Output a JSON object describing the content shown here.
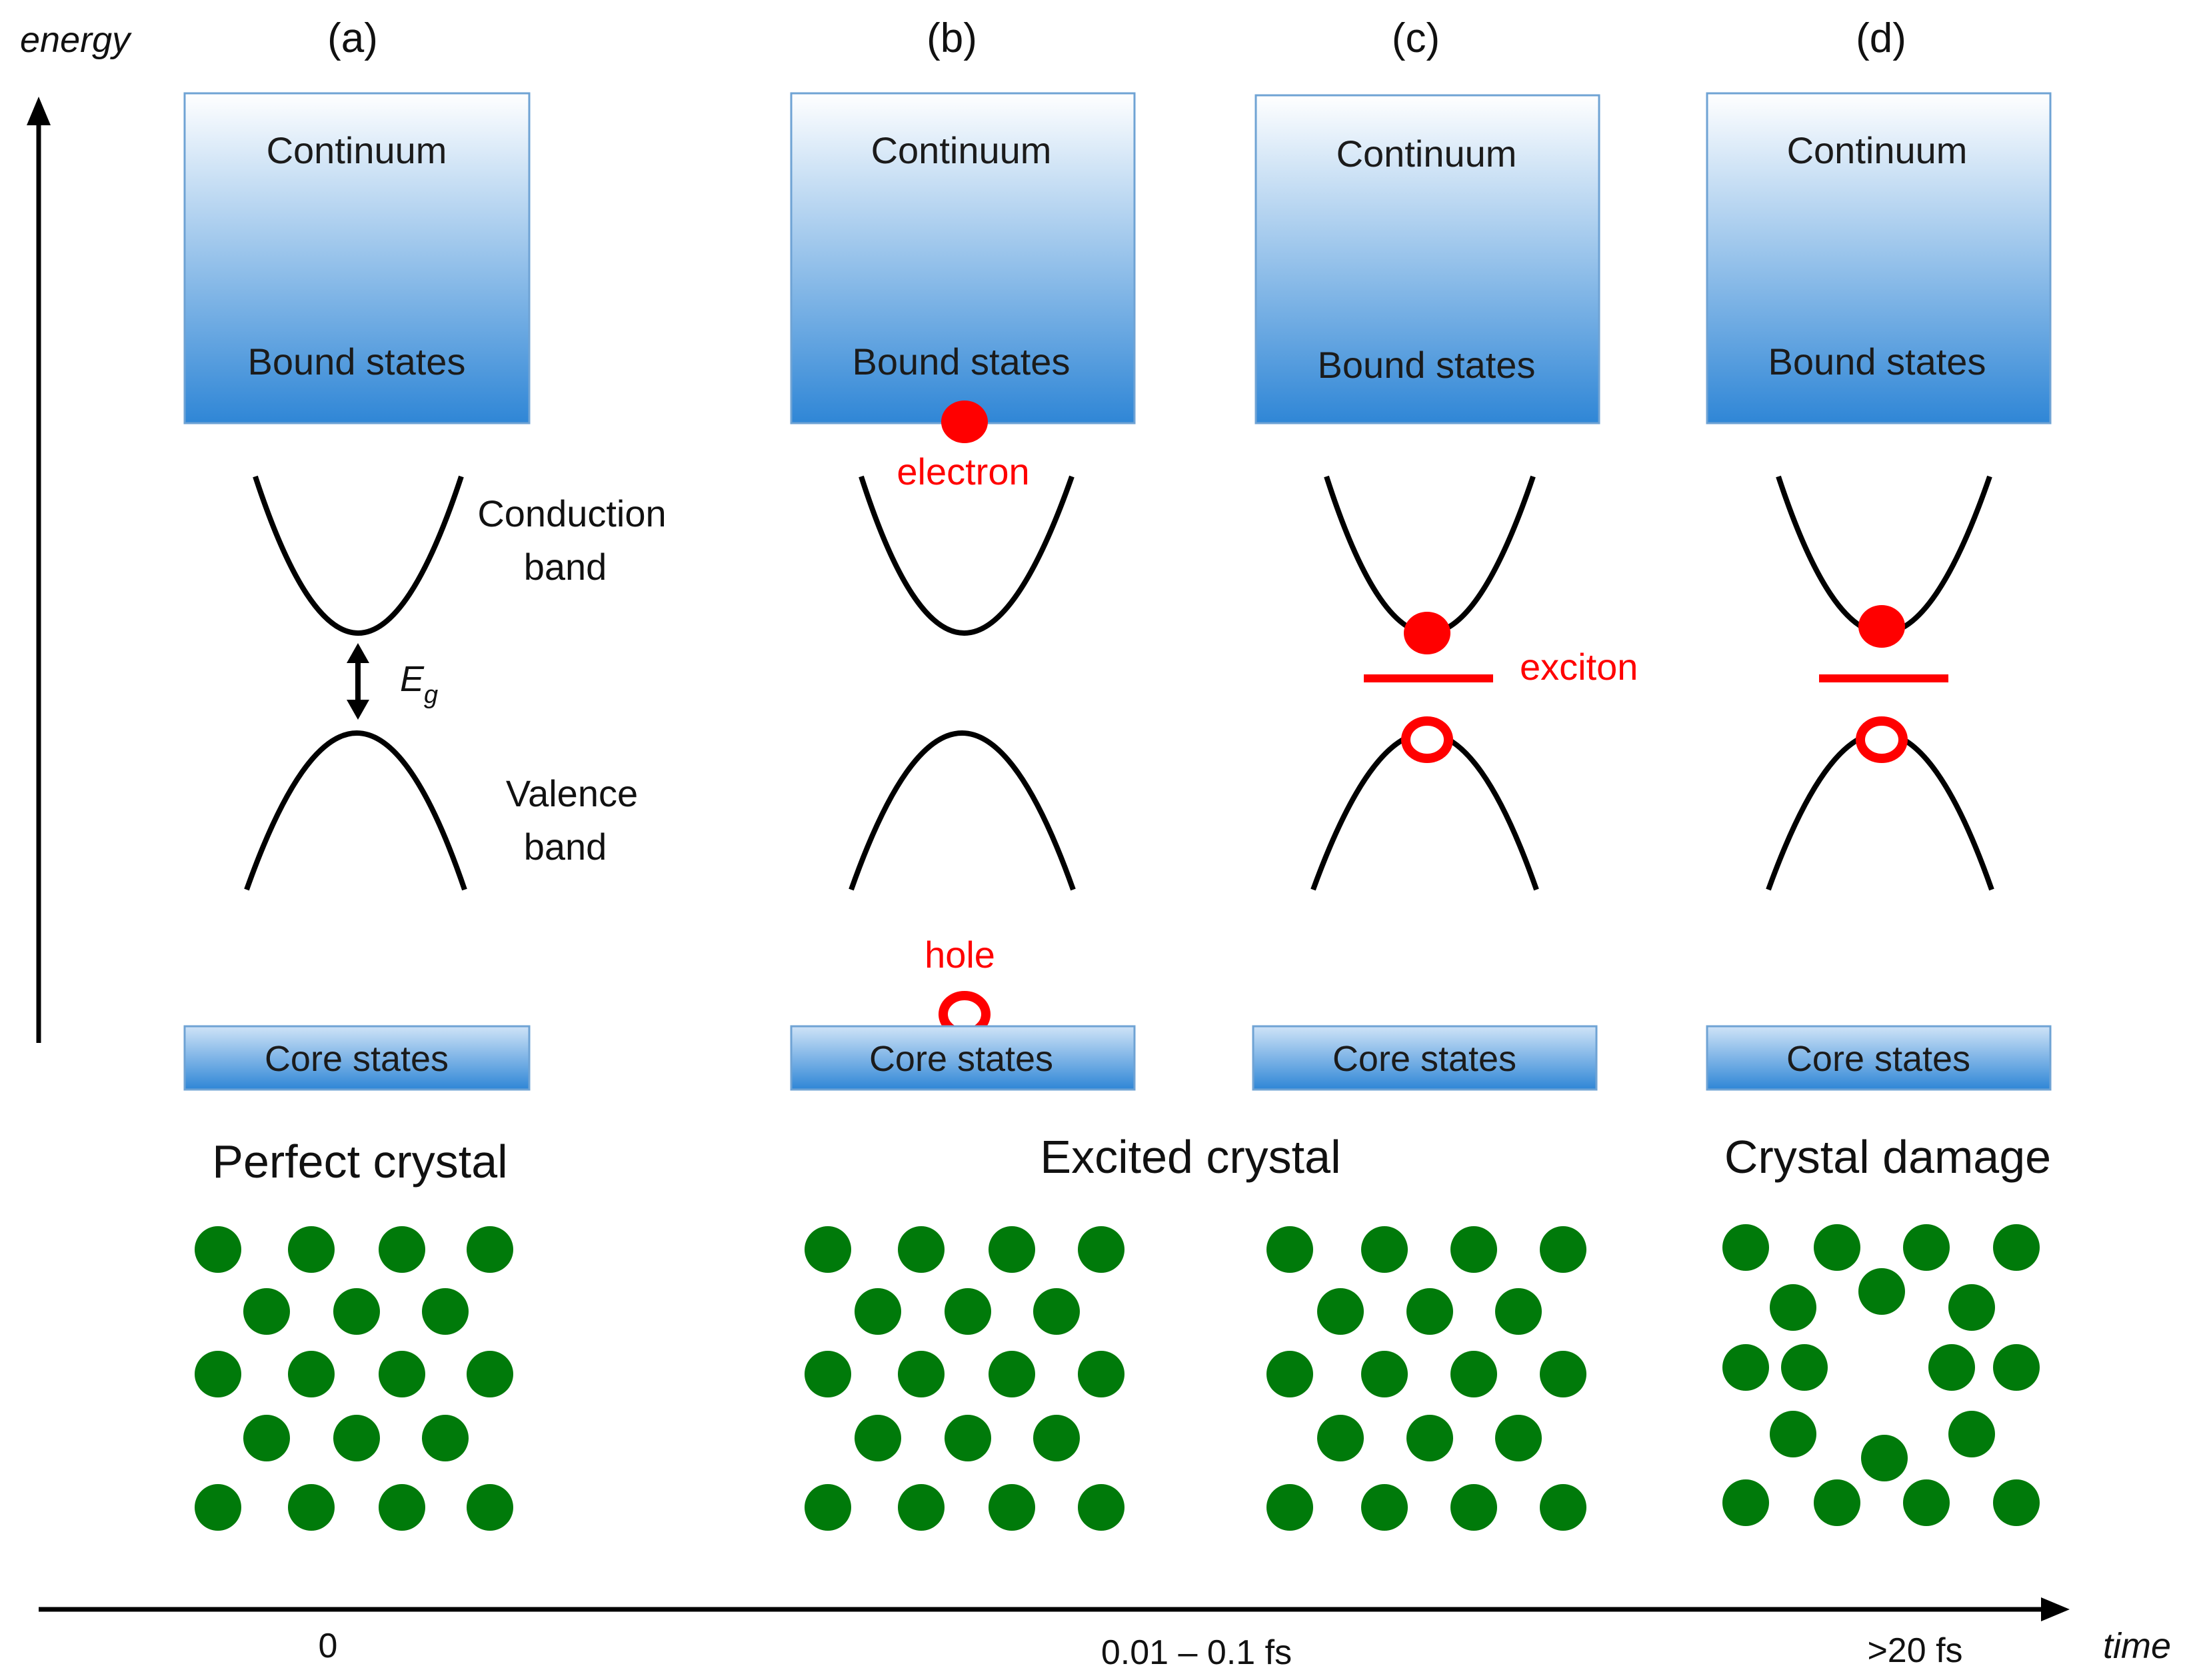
{
  "axes": {
    "energy_label": "energy",
    "time_label": "time",
    "time_ticks": [
      "0",
      "0.01 – 0.1 fs",
      ">20 fs"
    ]
  },
  "panels": [
    {
      "id": "a",
      "label": "(a)",
      "continuum": "Continuum",
      "bound": "Bound states",
      "core": "Core states",
      "conduction_label": [
        "Conduction",
        "band"
      ],
      "valence_label": [
        "Valence",
        "band"
      ],
      "gap_label": "E",
      "gap_subscript": "g"
    },
    {
      "id": "b",
      "label": "(b)",
      "continuum": "Continuum",
      "bound": "Bound states",
      "core": "Core states",
      "electron_label": "electron",
      "hole_label": "hole"
    },
    {
      "id": "c",
      "label": "(c)",
      "continuum": "Continuum",
      "bound": "Bound states",
      "core": "Core states",
      "exciton_label": "exciton"
    },
    {
      "id": "d",
      "label": "(d)",
      "continuum": "Continuum",
      "bound": "Bound states",
      "core": "Core states"
    }
  ],
  "stage_labels": [
    "Perfect crystal",
    "Excited crystal",
    "Crystal damage"
  ],
  "colors": {
    "box_top": "#ffffff",
    "box_bottom": "#2f86d6",
    "box_border": "#6fa3d4",
    "band": "#000000",
    "carrier": "#ff0000",
    "atom": "#007a0a"
  }
}
